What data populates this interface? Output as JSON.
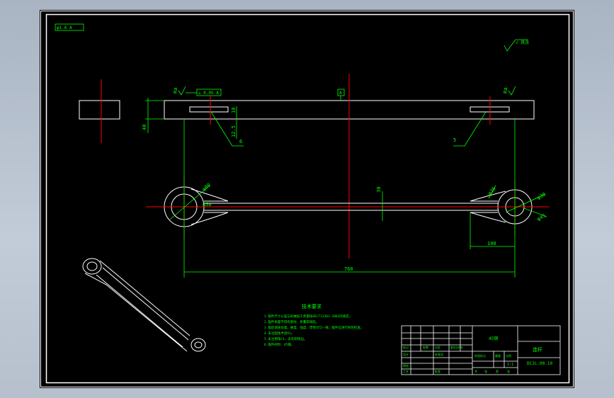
{
  "colors": {
    "background": "#000000",
    "border": "#ffffff",
    "geometry": "#ffffff",
    "centerline": "#ff0000",
    "dimension": "#00ff00",
    "annotation": "#00ff00",
    "app_frame": "#b0bac8"
  },
  "drawing": {
    "tolerance_box": "φ1.6 A",
    "roughness_top_right": "√ 其余",
    "roughness_left": "Ra",
    "roughness_right": "Ra",
    "datum_label": "A",
    "datum_tolerance_box": "⊥ 0.05 A",
    "dims": {
      "height_40": "40",
      "dim_12_5": "12.5",
      "dim_10": "10",
      "dim_6": "6",
      "dim_5": "5",
      "phi_left_outer": "φ80",
      "phi_left_inner": "φ50",
      "phi_right_a": "φ36",
      "phi_right_b": "φ30",
      "phi_right_c": "φ45",
      "dim_30": "30",
      "dim_100": "100",
      "dim_760": "760"
    },
    "notes_title": "技术要求",
    "notes": [
      "1.锻件尺寸公差与机械加工余量按GB/T12362-2003的规定。",
      "2.锻件表面不得有裂纹、折叠等缺陷。",
      "3.锻后调质处理，硬度、强度、塑性均匀一致，锻件应进行探伤检查。",
      "4.未注圆角半径R3。",
      "5.未注倒角C1，去毛刺锐边。",
      "6.锻件材料：45钢。"
    ]
  },
  "title_block": {
    "material": "45钢",
    "part_name": "连杆",
    "drawing_no": "DCJL.00.10",
    "scale": "1:1",
    "labels": [
      "标记",
      "处数",
      "分区",
      "更改文件号",
      "签名",
      "年月日",
      "设计",
      "标准化",
      "审核",
      "工艺",
      "批准",
      "阶段标记",
      "重量",
      "比例",
      "共",
      "张",
      "第",
      "张"
    ]
  }
}
